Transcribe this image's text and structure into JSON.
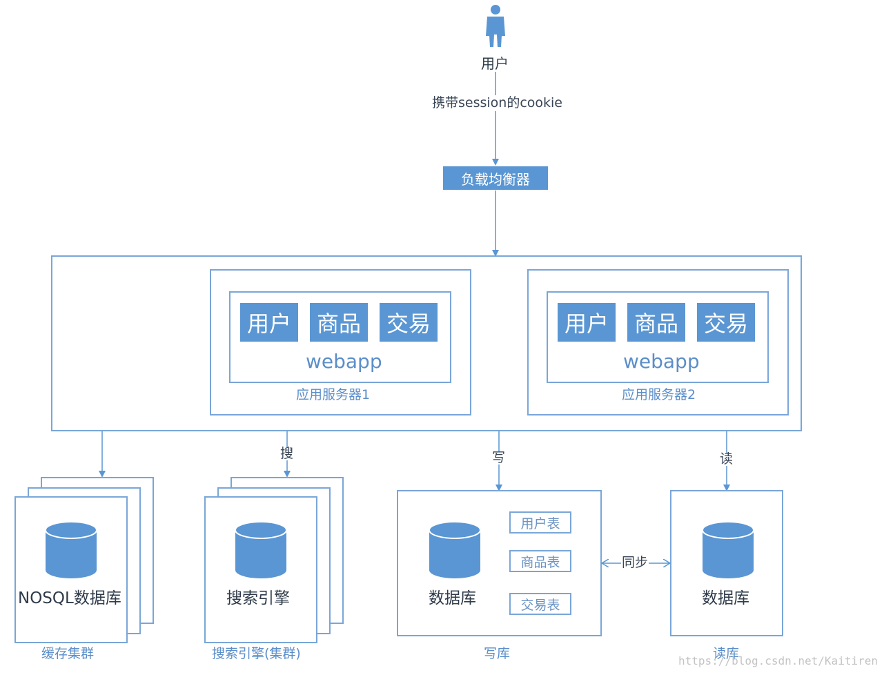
{
  "user": {
    "label": "用户"
  },
  "request_label": "携带session的cookie",
  "load_balancer": {
    "label": "负载均衡器"
  },
  "app_servers": [
    {
      "label": "应用服务器1",
      "webapp_label": "webapp",
      "modules": [
        "用户",
        "商品",
        "交易"
      ]
    },
    {
      "label": "应用服务器2",
      "webapp_label": "webapp",
      "modules": [
        "用户",
        "商品",
        "交易"
      ]
    }
  ],
  "edges": {
    "search": "搜",
    "write": "写",
    "read": "读",
    "sync": "同步"
  },
  "cache_cluster": {
    "name": "NOSQL数据库",
    "caption": "缓存集群"
  },
  "search_cluster": {
    "name": "搜索引擎",
    "caption": "搜索引擎(集群)"
  },
  "write_db": {
    "name": "数据库",
    "caption": "写库",
    "tables": [
      "用户表",
      "商品表",
      "交易表"
    ]
  },
  "read_db": {
    "name": "数据库",
    "caption": "读库"
  },
  "watermark": "https://blog.csdn.net/Kaitiren",
  "colors": {
    "accent": "#5a96d3",
    "stroke": "#79a6d8",
    "text_light": "#5b8ec9"
  }
}
